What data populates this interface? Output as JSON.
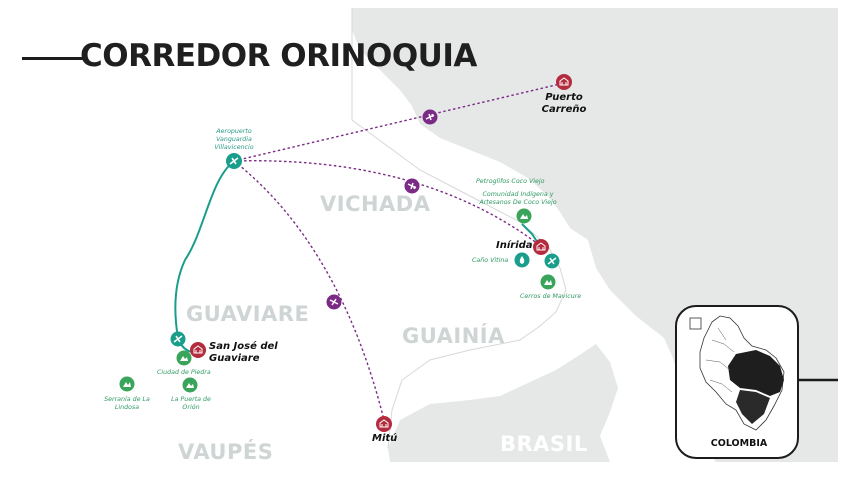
{
  "title": "CORREDOR ORINOQUIA",
  "regions": {
    "vichada": "VICHADA",
    "guaviare": "GUAVIARE",
    "guainia": "GUAINÍA",
    "vaupes": "VAUPÉS",
    "brasil": "BRASIL"
  },
  "cities": {
    "puerto_carreno": "Puerto Carreño",
    "inirida": "Inírida",
    "san_jose": "San José del Guaviare",
    "mitu": "Mitú"
  },
  "airport_hub": "Aeropuerto Vanguardia Villavicencio",
  "points_of_interest": {
    "petroglifos": "Petroglifos Coco Viejo",
    "comunidad": "Comunidad Indígena y Artesanos De Coco Viejo",
    "cano_vitina": "Caño Vitina",
    "cerros": "Cerros de Mavicure",
    "ciudad_piedra": "Ciudad de Piedra",
    "serrania": "Serranía de La Lindosa",
    "puerta_orion": "La Puerta de Orión"
  },
  "inset": {
    "label": "COLOMBIA"
  },
  "colors": {
    "land": "#ffffff",
    "neighbor": "#e5e8e7",
    "air_route": "#7b2a86",
    "ground_route": "#1a9e8c",
    "city_marker": "#b32c3e",
    "poi_marker": "#3aa55a",
    "title": "#1f1f1f"
  },
  "icons": [
    "airplane-icon",
    "city-pin-icon",
    "nature-icon",
    "water-icon",
    "mountain-icon"
  ]
}
